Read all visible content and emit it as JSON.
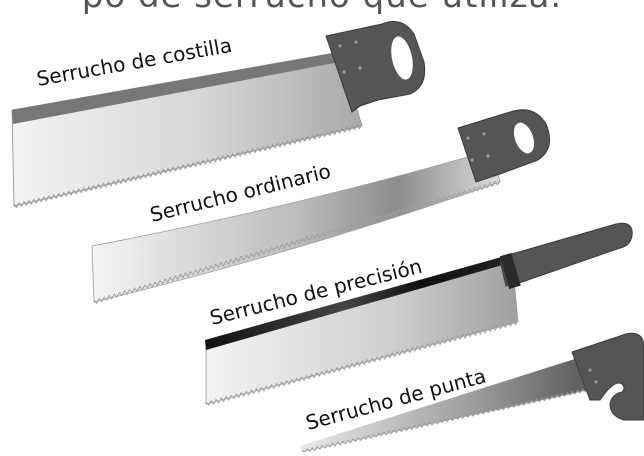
{
  "caption_fragment": "po de serrucho que utiliza.",
  "saws": [
    {
      "label": "Serrucho de costilla"
    },
    {
      "label": "Serrucho ordinario"
    },
    {
      "label": "Serrucho de precisión"
    },
    {
      "label": "Serrucho de punta"
    }
  ],
  "colors": {
    "handle": "#555555",
    "blade_light": "#f2f2f2",
    "blade_dark": "#8a8a8a",
    "back_strip": "#7a7a7a",
    "text": "#111111"
  }
}
